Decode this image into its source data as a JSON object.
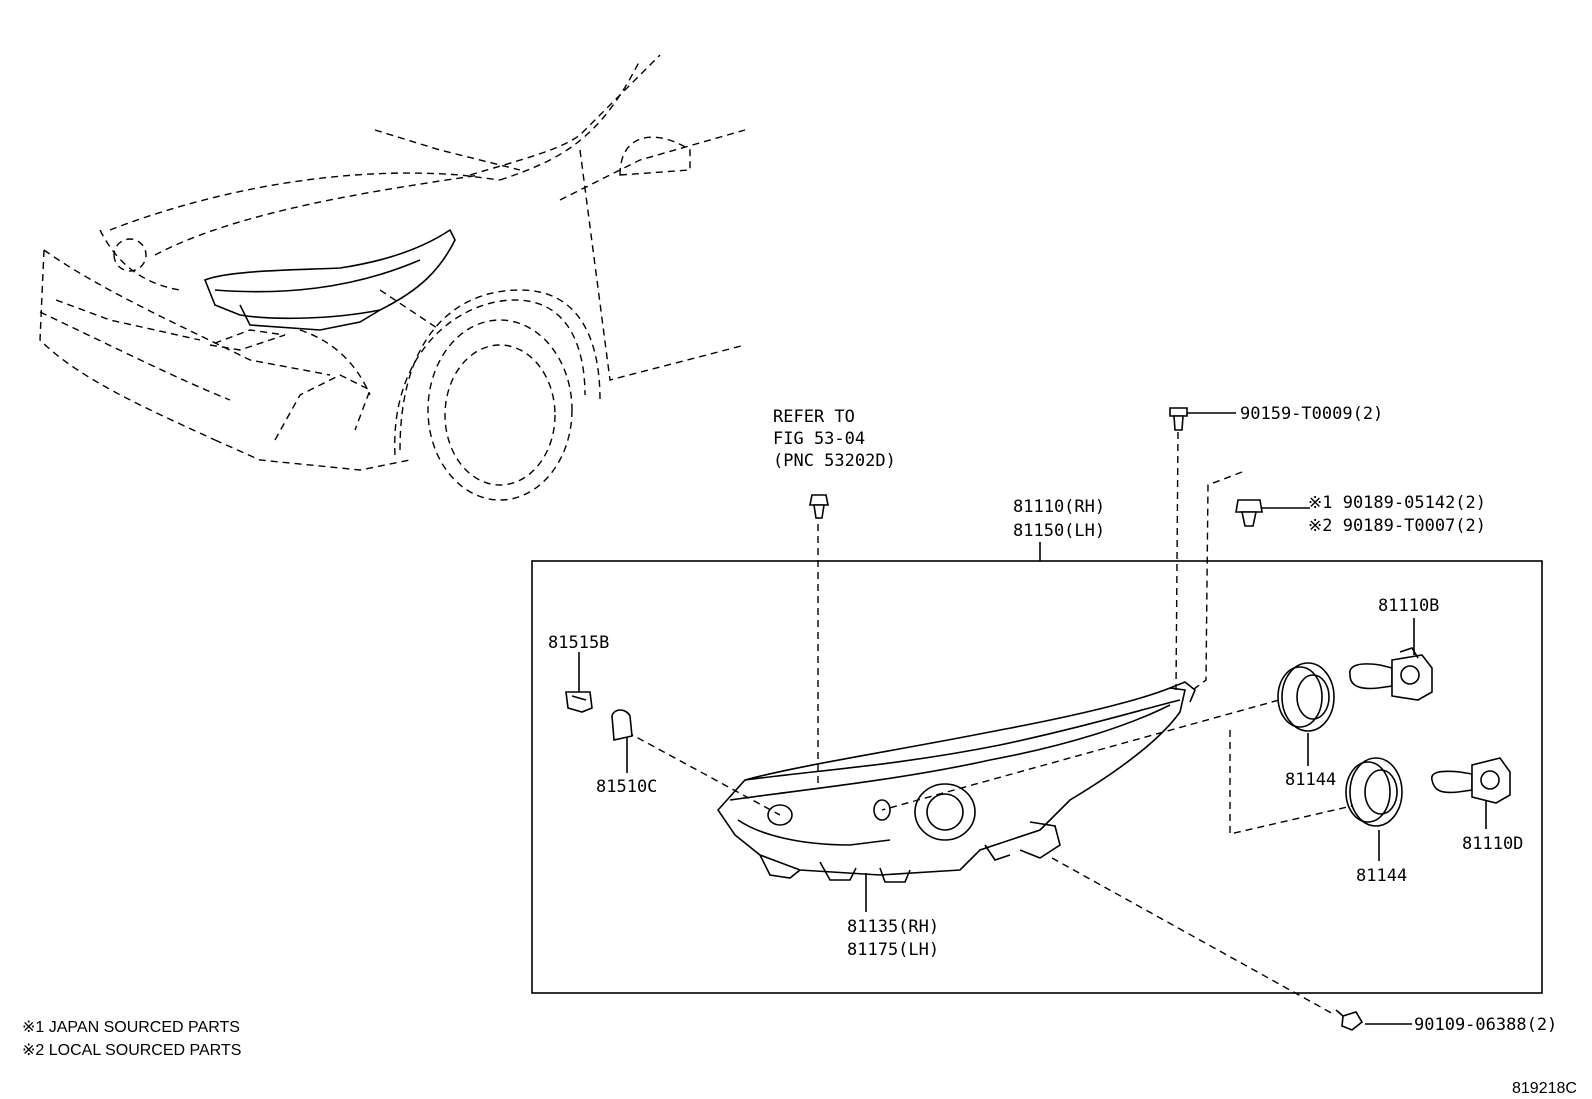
{
  "diagram": {
    "labels": {
      "refer_line1": "REFER TO",
      "refer_line2": "FIG 53-04",
      "refer_line3": "(PNC 53202D)",
      "screw_top": "90159-T0009(2)",
      "grommet_1": "※1 90189-05142(2)",
      "grommet_2": "※2 90189-T0007(2)",
      "headlamp_rh": "81110(RH)",
      "headlamp_lh": "81150(LH)",
      "clip": "81515B",
      "bulb_small": "81510C",
      "bulb_b": "81110B",
      "cover_upper": "81144",
      "cover_lower": "81144",
      "bulb_d": "81110D",
      "bracket_rh": "81135(RH)",
      "bracket_lh": "81175(LH)",
      "screw_bottom": "90109-06388(2)"
    },
    "notes": {
      "note1": "※1 JAPAN SOURCED PARTS",
      "note2": "※2 LOCAL SOURCED PARTS"
    },
    "figure_id": "819218C"
  }
}
